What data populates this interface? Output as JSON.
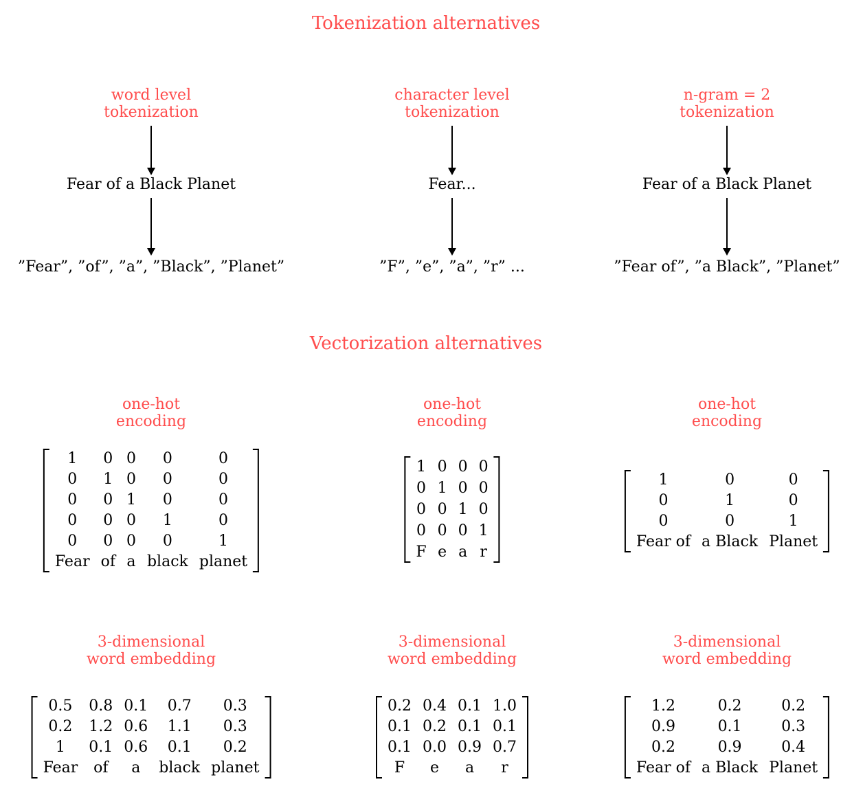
{
  "colors": {
    "accent": "#ff4d4d",
    "text": "#000000"
  },
  "tokenization": {
    "title": "Tokenization alternatives",
    "columns": [
      {
        "label": "word level\ntokenization",
        "sentence": "Fear of a Black Planet",
        "tokens": "”Fear”,  ”of”, ”a”,  ”Black”, ”Planet”"
      },
      {
        "label": "character level\ntokenization",
        "sentence": "Fear...",
        "tokens": "”F”, ”e”, ”a”, ”r” ..."
      },
      {
        "label": "n-gram = 2\ntokenization",
        "sentence": "Fear of a Black Planet",
        "tokens": "”Fear of”, ”a Black”, ”Planet”"
      }
    ]
  },
  "vectorization": {
    "title": "Vectorization alternatives",
    "onehot": [
      {
        "label": "one-hot\nencoding",
        "rows": [
          [
            "1",
            "0",
            "0",
            "0",
            "0"
          ],
          [
            "0",
            "1",
            "0",
            "0",
            "0"
          ],
          [
            "0",
            "0",
            "1",
            "0",
            "0"
          ],
          [
            "0",
            "0",
            "0",
            "1",
            "0"
          ],
          [
            "0",
            "0",
            "0",
            "0",
            "1"
          ],
          [
            "Fear",
            "of",
            "a",
            "black",
            "planet"
          ]
        ]
      },
      {
        "label": "one-hot\nencoding",
        "rows": [
          [
            "1",
            "0",
            "0",
            "0"
          ],
          [
            "0",
            "1",
            "0",
            "0"
          ],
          [
            "0",
            "0",
            "1",
            "0"
          ],
          [
            "0",
            "0",
            "0",
            "1"
          ],
          [
            "F",
            "e",
            "a",
            "r"
          ]
        ]
      },
      {
        "label": "one-hot\nencoding",
        "rows": [
          [
            "1",
            "0",
            "0"
          ],
          [
            "0",
            "1",
            "0"
          ],
          [
            "0",
            "0",
            "1"
          ],
          [
            "Fear of",
            "a Black",
            "Planet"
          ]
        ]
      }
    ],
    "embedding": [
      {
        "label": "3-dimensional\nword embedding",
        "rows": [
          [
            "0.5",
            "0.8",
            "0.1",
            "0.7",
            "0.3"
          ],
          [
            "0.2",
            "1.2",
            "0.6",
            "1.1",
            "0.3"
          ],
          [
            "1",
            "0.1",
            "0.6",
            "0.1",
            "0.2"
          ],
          [
            "Fear",
            "of",
            "a",
            "black",
            "planet"
          ]
        ]
      },
      {
        "label": "3-dimensional\nword embedding",
        "rows": [
          [
            "0.2",
            "0.4",
            "0.1",
            "1.0"
          ],
          [
            "0.1",
            "0.2",
            "0.1",
            "0.1"
          ],
          [
            "0.1",
            "0.0",
            "0.9",
            "0.7"
          ],
          [
            "F",
            "e",
            "a",
            "r"
          ]
        ]
      },
      {
        "label": "3-dimensional\nword embedding",
        "rows": [
          [
            "1.2",
            "0.2",
            "0.2"
          ],
          [
            "0.9",
            "0.1",
            "0.3"
          ],
          [
            "0.2",
            "0.9",
            "0.4"
          ],
          [
            "Fear of",
            "a Black",
            "Planet"
          ]
        ]
      }
    ]
  }
}
